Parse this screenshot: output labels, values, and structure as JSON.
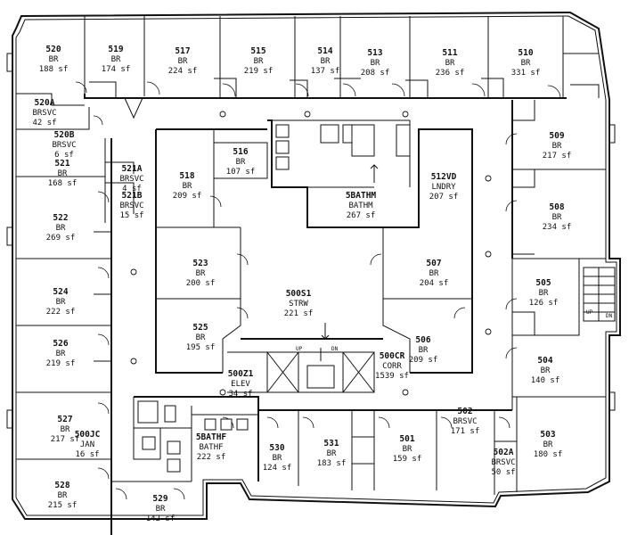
{
  "rooms": [
    {
      "id": "520",
      "num": "520",
      "type": "BR",
      "area": "188 sf"
    },
    {
      "id": "519",
      "num": "519",
      "type": "BR",
      "area": "174 sf"
    },
    {
      "id": "517",
      "num": "517",
      "type": "BR",
      "area": "224 sf"
    },
    {
      "id": "515",
      "num": "515",
      "type": "BR",
      "area": "219 sf"
    },
    {
      "id": "514",
      "num": "514",
      "type": "BR",
      "area": "137 sf"
    },
    {
      "id": "513",
      "num": "513",
      "type": "BR",
      "area": "208 sf"
    },
    {
      "id": "511",
      "num": "511",
      "type": "BR",
      "area": "236 sf"
    },
    {
      "id": "510",
      "num": "510",
      "type": "BR",
      "area": "331 sf"
    },
    {
      "id": "520a",
      "num": "520A",
      "type": "BRSVC",
      "area": "42 sf"
    },
    {
      "id": "520b",
      "num": "520B",
      "type": "BRSVC",
      "area": "6 sf"
    },
    {
      "id": "521",
      "num": "521",
      "type": "BR",
      "area": "168 sf"
    },
    {
      "id": "521a",
      "num": "521A",
      "type": "BRSVC",
      "area": "4 sf"
    },
    {
      "id": "521b",
      "num": "521B",
      "type": "BRSVC",
      "area": "15 sf"
    },
    {
      "id": "516",
      "num": "516",
      "type": "BR",
      "area": "107 sf"
    },
    {
      "id": "518",
      "num": "518",
      "type": "BR",
      "area": "209 sf"
    },
    {
      "id": "5bathm",
      "num": "5BATHM",
      "type": "BATHM",
      "area": "267 sf"
    },
    {
      "id": "512vd",
      "num": "512VD",
      "type": "LNDRY",
      "area": "207 sf"
    },
    {
      "id": "509",
      "num": "509",
      "type": "BR",
      "area": "217 sf"
    },
    {
      "id": "508",
      "num": "508",
      "type": "BR",
      "area": "234 sf"
    },
    {
      "id": "522",
      "num": "522",
      "type": "BR",
      "area": "269 sf"
    },
    {
      "id": "523",
      "num": "523",
      "type": "BR",
      "area": "200 sf"
    },
    {
      "id": "507",
      "num": "507",
      "type": "BR",
      "area": "204 sf"
    },
    {
      "id": "505",
      "num": "505",
      "type": "BR",
      "area": "126 sf"
    },
    {
      "id": "524",
      "num": "524",
      "type": "BR",
      "area": "222 sf"
    },
    {
      "id": "500s1",
      "num": "500S1",
      "type": "STRW",
      "area": "221 sf"
    },
    {
      "id": "525",
      "num": "525",
      "type": "BR",
      "area": "195 sf"
    },
    {
      "id": "506",
      "num": "506",
      "type": "BR",
      "area": "209 sf"
    },
    {
      "id": "526",
      "num": "526",
      "type": "BR",
      "area": "219 sf"
    },
    {
      "id": "504",
      "num": "504",
      "type": "BR",
      "area": "140 sf"
    },
    {
      "id": "500z1",
      "num": "500Z1",
      "type": "ELEV",
      "area": "34 sf"
    },
    {
      "id": "500cr",
      "num": "500CR",
      "type": "CORR",
      "area": "1539 sf"
    },
    {
      "id": "527",
      "num": "527",
      "type": "BR",
      "area": "217 sf"
    },
    {
      "id": "500jc",
      "num": "500JC",
      "type": "JAN",
      "area": "16 sf"
    },
    {
      "id": "5bathf",
      "num": "5BATHF",
      "type": "BATHF",
      "area": "222 sf"
    },
    {
      "id": "530",
      "num": "530",
      "type": "BR",
      "area": "124 sf"
    },
    {
      "id": "531",
      "num": "531",
      "type": "BR",
      "area": "183 sf"
    },
    {
      "id": "501",
      "num": "501",
      "type": "BR",
      "area": "159 sf"
    },
    {
      "id": "502",
      "num": "502",
      "type": "BRSVC",
      "area": "171 sf"
    },
    {
      "id": "503",
      "num": "503",
      "type": "BR",
      "area": "180 sf"
    },
    {
      "id": "502a",
      "num": "502A",
      "type": "BRSVC",
      "area": "50 sf"
    },
    {
      "id": "528",
      "num": "528",
      "type": "BR",
      "area": "215 sf"
    },
    {
      "id": "529",
      "num": "529",
      "type": "BR",
      "area": "142 sf"
    }
  ],
  "stairs": {
    "center_up": "UP",
    "center_dn": "DN",
    "east_up": "UP",
    "east_dn": "DN"
  }
}
